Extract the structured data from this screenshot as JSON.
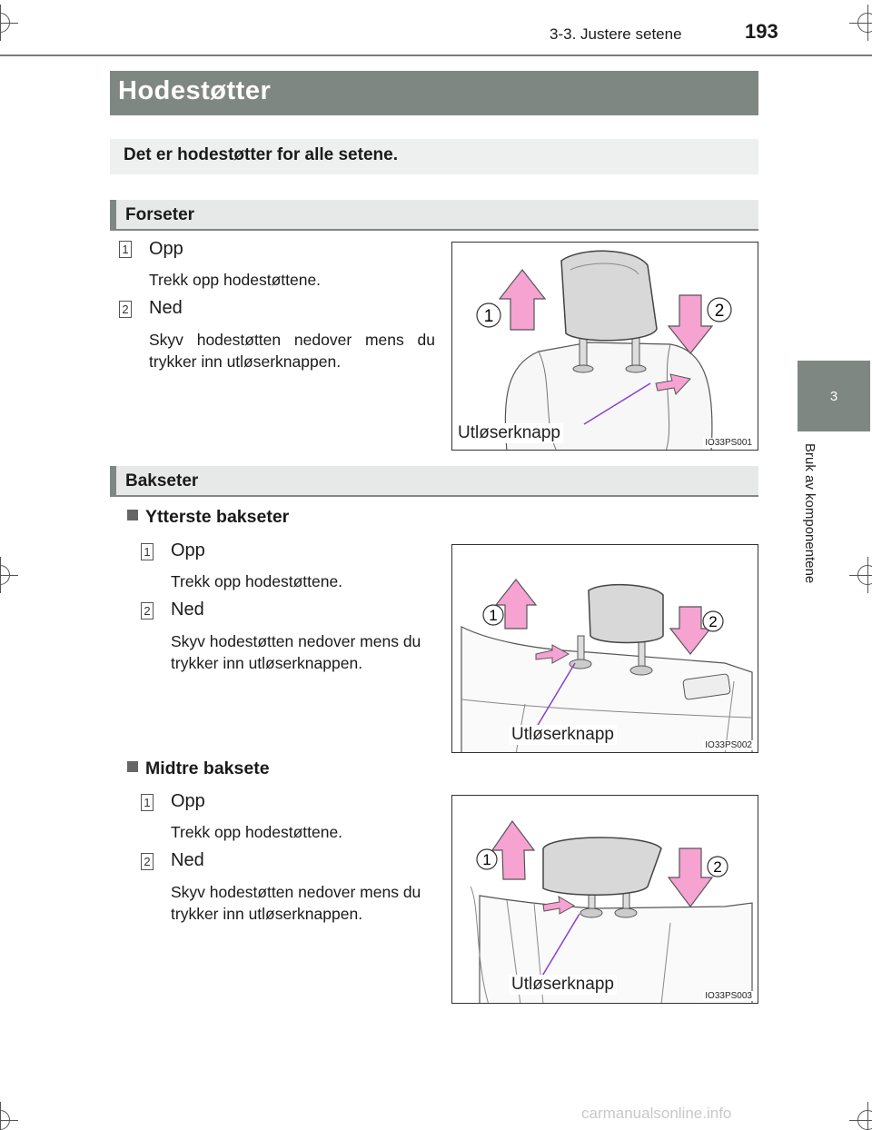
{
  "header": {
    "section": "3-3. Justere setene",
    "page_number": "193"
  },
  "side_tab": {
    "chapter_number": "3",
    "chapter_title": "Bruk av komponentene"
  },
  "title": "Hodestøtter",
  "intro": "Det er hodestøtter for alle setene.",
  "sections": {
    "front": {
      "heading": "Forseter",
      "items": [
        {
          "number": "1",
          "label": "Opp",
          "desc": "Trekk opp hodestøttene."
        },
        {
          "number": "2",
          "label": "Ned",
          "desc": "Skyv hodestøtten nedover mens du trykker inn utløserknappen."
        }
      ],
      "figure": {
        "caption": "Utløserknapp",
        "code": "IO33PS001",
        "callouts": [
          "1",
          "2"
        ]
      }
    },
    "rear": {
      "heading": "Bakseter",
      "outer": {
        "subheading": "Ytterste bakseter",
        "items": [
          {
            "number": "1",
            "label": "Opp",
            "desc": "Trekk opp hodestøttene."
          },
          {
            "number": "2",
            "label": "Ned",
            "desc": "Skyv hodestøtten nedover mens du trykker inn utløserknappen."
          }
        ],
        "figure": {
          "caption": "Utløserknapp",
          "code": "IO33PS002",
          "callouts": [
            "1",
            "2"
          ]
        }
      },
      "middle": {
        "subheading": "Midtre baksete",
        "items": [
          {
            "number": "1",
            "label": "Opp",
            "desc": "Trekk opp hodestøttene."
          },
          {
            "number": "2",
            "label": "Ned",
            "desc": "Skyv hodestøtten nedover mens du trykker inn utløserknappen."
          }
        ],
        "figure": {
          "caption": "Utløserknapp",
          "code": "IO33PS003",
          "callouts": [
            "1",
            "2"
          ]
        }
      }
    }
  },
  "watermark": "carmanualsonline.info",
  "colors": {
    "header_gray": "#7f8782",
    "arrow_pink": "#f6a3d2",
    "pointer_purple": "#8a3fd1",
    "headrest_gray": "#d8d8d8"
  }
}
